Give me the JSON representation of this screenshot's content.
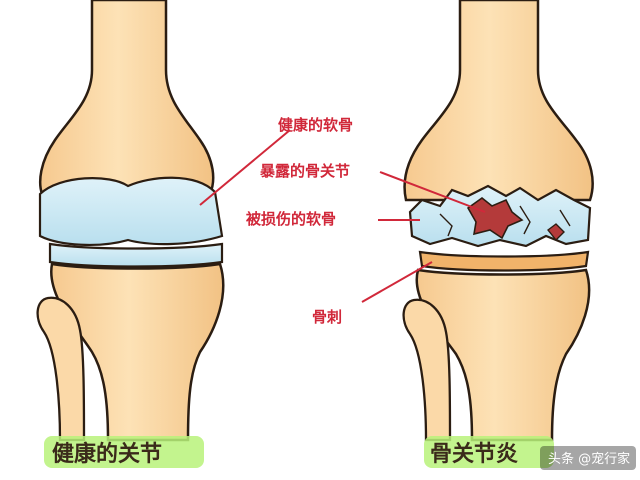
{
  "labels": {
    "healthy_cartilage": "健康的软骨",
    "exposed_joint": "暴露的骨关节",
    "damaged_cartilage": "被损伤的软骨",
    "bone_spur": "骨刺"
  },
  "captions": {
    "left": "健康的关节",
    "right": "骨关节炎"
  },
  "watermark": {
    "text": "头条 @宠行家"
  },
  "colors": {
    "bone": "#fcdcae",
    "bone_outline": "#2b1d12",
    "cartilage": "#cde9f3",
    "damage": "#b43a3a",
    "label_red": "#d1283a",
    "caption_highlight": "#b8f27a"
  }
}
